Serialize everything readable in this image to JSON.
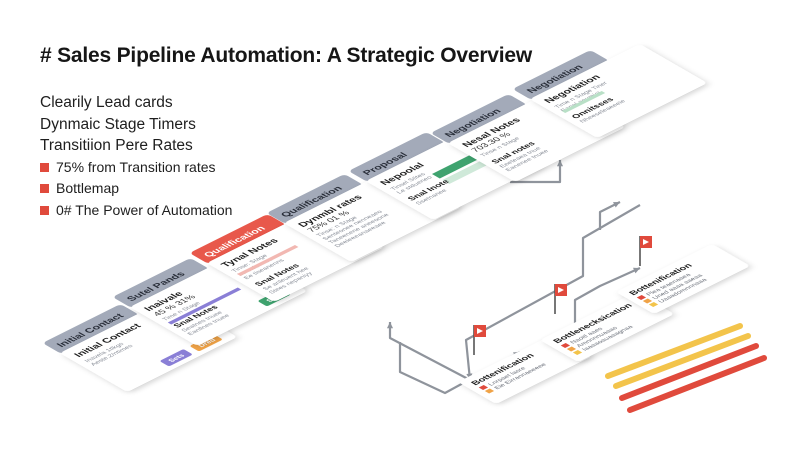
{
  "title": "# Sales Pipeline Automation: A Strategic Overview",
  "legend": {
    "features": [
      "Clearily Lead cards",
      "Dynmaic Stage Timers",
      "Transitiion Pere Rates"
    ],
    "bullets": [
      "75% from Transition rates",
      "Bottlemap",
      "0# The Power of Automation"
    ]
  },
  "colors": {
    "tab_gray": "#a3aab9",
    "tab_red": "#e8584b",
    "accent_red": "#e04a3c",
    "green": "#3fa36f",
    "purple": "#8a7fd6",
    "orange": "#f0a347",
    "yellow": "#f3c44b",
    "connector": "#8f949c"
  },
  "stages": [
    {
      "tab": "Initial Contact",
      "heading": "Initial Contact",
      "lines": [
        "Inavela 1tlkgs",
        "Aeste.2/ntimes"
      ],
      "stat": "",
      "subheading": "",
      "buttons": [
        "Sets",
        "Dred"
      ]
    },
    {
      "tab": "Sutel Pands",
      "heading": "Inaivale",
      "stat": "45 % 31%",
      "lines": [
        "Time n Stage"
      ],
      "subheading": "Snal Notes",
      "lines2": [
        "Seatnes tnuee",
        "Eanllnes tnuee"
      ],
      "buttons": [
        "Sets"
      ]
    },
    {
      "tab": "Qualification",
      "heading": "Tynal Notes",
      "lines": [
        "Tinse: Stage",
        "Le stdueneo",
        "Ee tiseanenns"
      ],
      "stat": "",
      "subheading": "Snal Notes",
      "lines2": [
        "Se anleuent hee",
        "Stees nepaniyy"
      ],
      "buttons": []
    },
    {
      "tab": "Qualification",
      "heading": "Dynmbl rates",
      "stat": "75% 01 %",
      "lines": [
        "Tinse: n Stage",
        "Senteonee nenneaeo",
        "Taneenene aneeoone",
        "Deeleeeanaeeaee"
      ],
      "subheading": "",
      "buttons": []
    },
    {
      "tab": "Proposal",
      "heading": "Nepoolal",
      "lines": [
        "Tinsel Stites",
        "Le stdueneo"
      ],
      "stat": "",
      "subheading": "Snal Inote",
      "lines2": [
        "Ssetnanee"
      ],
      "buttons": []
    },
    {
      "tab": "Negotiation",
      "heading": "Nesal Notes",
      "stat": "703.30 %",
      "lines": [
        "Tinse n Stage"
      ],
      "subheading": "Snal notes",
      "lines2": [
        "Eeeteaea tnue",
        "Eanenee tnuee"
      ],
      "buttons": []
    },
    {
      "tab": "Negotiation",
      "heading": "Negotiation",
      "lines": [
        "Time n Stage Tiner",
        "Eanel anumiai"
      ],
      "stat": "",
      "subheading": "Onnitsses",
      "lines2": [
        "Nheeseleaeeeie"
      ],
      "buttons": []
    }
  ],
  "bottlenecks": [
    {
      "heading": "Bottenification",
      "lines": [
        "Lnrpaet lasre",
        "Eie Eirrannaeeeee"
      ]
    },
    {
      "heading": "Bottlenecksication",
      "lines": [
        "Naoitl aaes",
        "Amnnnnuaaas",
        "laaaaoauaaagnaa"
      ]
    },
    {
      "heading": "Bottenification",
      "lines": [
        "Plea teaenaaea",
        "Uned aaaa aaeaa",
        "Uaaadomnnnaaa"
      ]
    }
  ]
}
